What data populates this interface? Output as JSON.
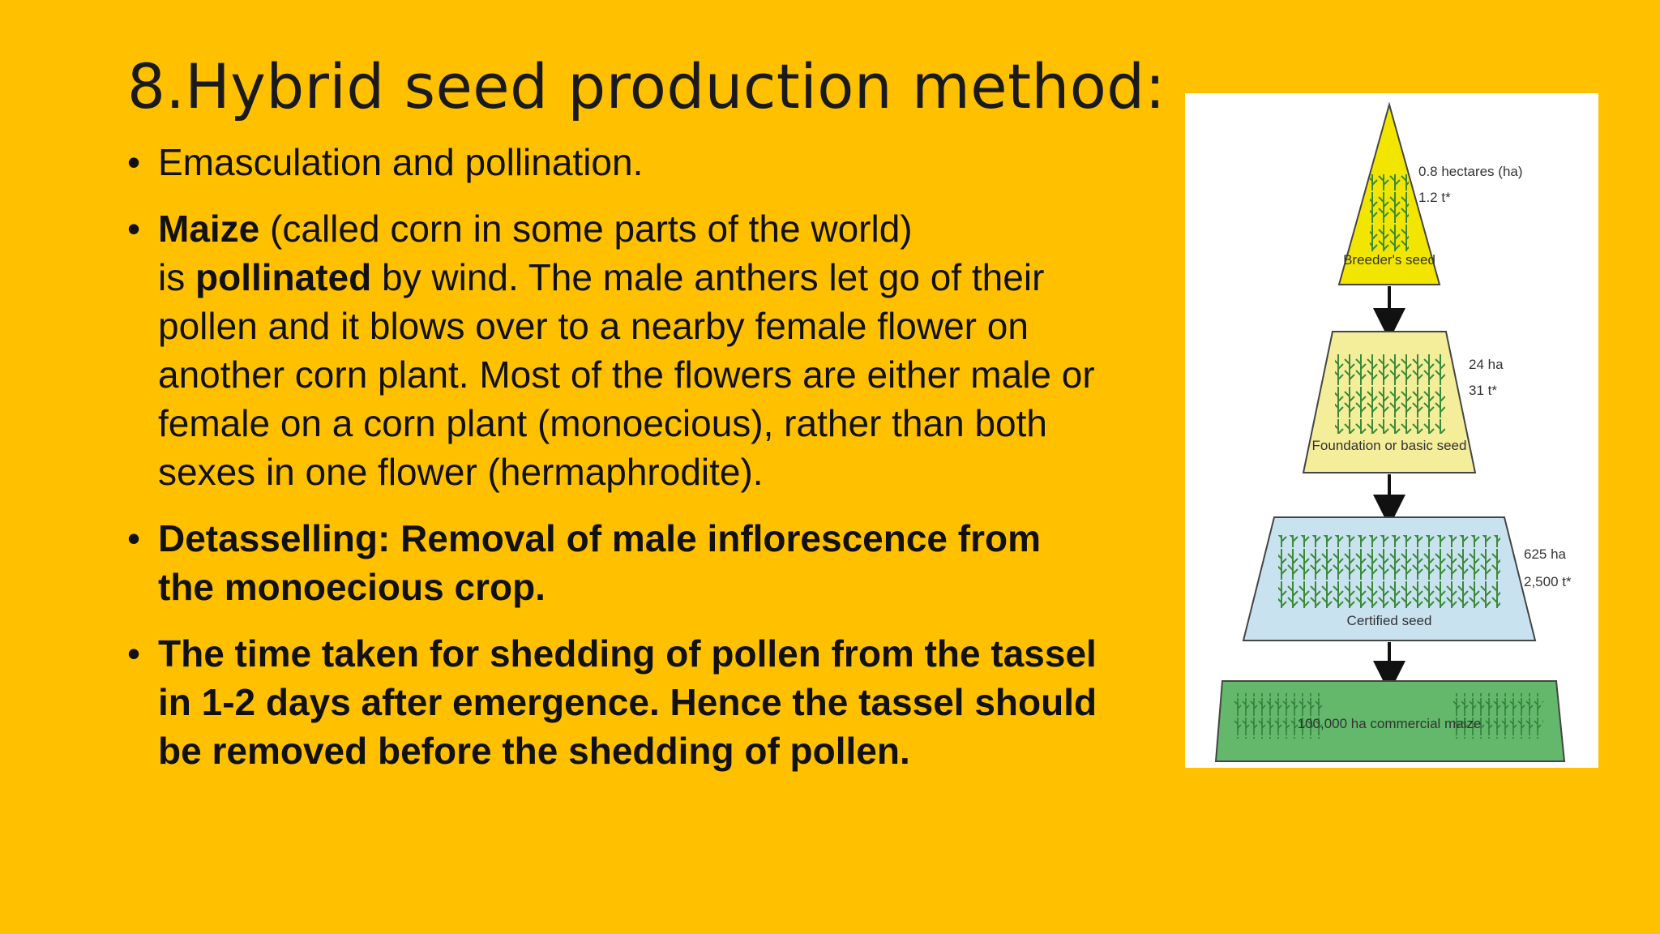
{
  "slide": {
    "title": "8.Hybrid seed production method:",
    "bullets": {
      "b1": "Emasculation and pollination.",
      "b2": {
        "maize": "Maize",
        "t1": " (called corn in some parts of the world) ",
        "t2": "is ",
        "pollinated": "pollinated",
        "t3": " by wind. The male anthers let go of their pollen and it blows over to a nearby female flower on another corn plant. Most of the flowers are either male or female on a corn plant (monoecious), rather than both sexes in one flower (hermaphrodite)."
      },
      "b3": " Detasselling: Removal of male inflorescence from the monoecious crop.",
      "b4": "The time taken for shedding of pollen from the tassel in 1-2 days after emergence. Hence the tassel should be removed before the shedding of pollen."
    }
  },
  "figure": {
    "tier1": {
      "label": "Breeder's seed",
      "area": "0.8 hectares (ha)",
      "yield": "1.2 t*",
      "color": "#F2E600"
    },
    "tier2": {
      "label": "Foundation or basic seed",
      "area": "24 ha",
      "yield": "31 t*",
      "color": "#F4EE9A"
    },
    "tier3": {
      "label": "Certified seed",
      "area": "625 ha",
      "yield": "2,500 t*",
      "color": "#C9E2EF"
    },
    "tier4": {
      "label": "100,000 ha commercial maize",
      "color": "#63B86B"
    }
  }
}
